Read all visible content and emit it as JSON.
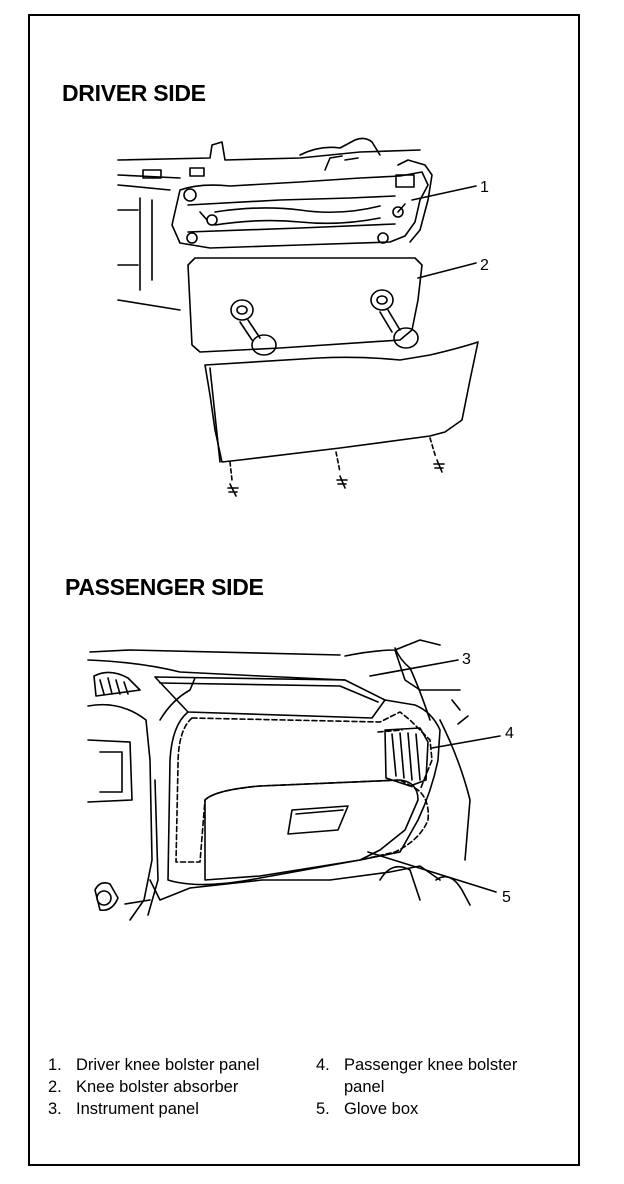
{
  "sections": {
    "driver_title": "DRIVER SIDE",
    "passenger_title": "PASSENGER SIDE"
  },
  "callouts": [
    "1",
    "2",
    "3",
    "4",
    "5"
  ],
  "legend": [
    {
      "num": "1.",
      "text": "Driver knee bolster panel"
    },
    {
      "num": "2.",
      "text": "Knee bolster absorber"
    },
    {
      "num": "3.",
      "text": "Instrument panel"
    },
    {
      "num": "4.",
      "text": "Passenger knee bolster panel"
    },
    {
      "num": "5.",
      "text": "Glove box"
    }
  ]
}
